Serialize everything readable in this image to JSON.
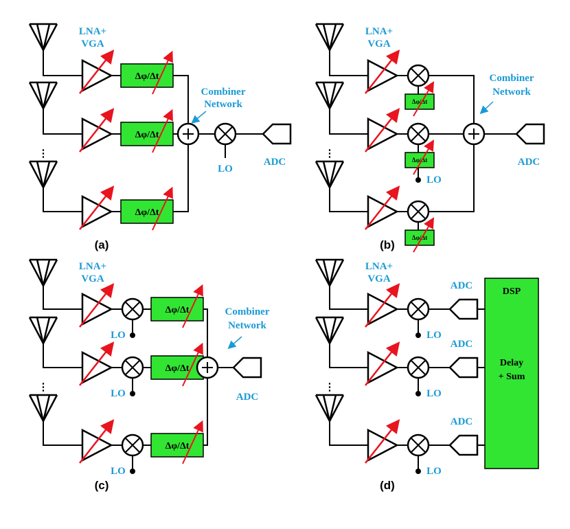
{
  "colors": {
    "block_fill": "#33e533",
    "label_blue": "#1a9ad6",
    "arrow_red": "#e8141e"
  },
  "labels": {
    "lna_line1": "LNA+",
    "lna_line2": "VGA",
    "phase": "Δφ/Δt",
    "combiner_line1": "Combiner",
    "combiner_line2": "Network",
    "adc": "ADC",
    "lo": "LO",
    "plus": "+",
    "dsp": "DSP",
    "delay_line1": "Delay",
    "delay_line2": "+ Sum",
    "dots": "⋮"
  },
  "captions": {
    "a": "(a)",
    "b": "(b)",
    "c": "(c)",
    "d": "(d)"
  }
}
